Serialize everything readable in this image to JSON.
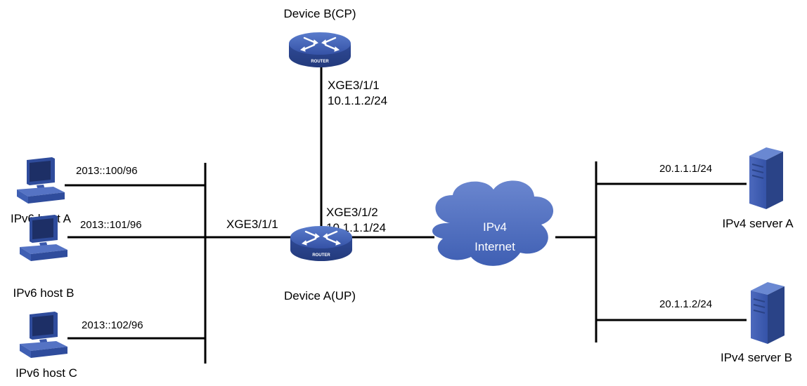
{
  "devices": {
    "device_b": {
      "name": "Device B(CP)",
      "badge": "ROUTER",
      "icon": "router-icon"
    },
    "device_a": {
      "name": "Device A(UP)",
      "badge": "ROUTER",
      "icon": "router-icon"
    }
  },
  "links": {
    "b_port": "XGE3/1/1",
    "b_ip": "10.1.1.2/24",
    "a_up_port": "XGE3/1/2",
    "a_up_ip": "10.1.1.1/24",
    "a_lan_port": "XGE3/1/1"
  },
  "hosts": [
    {
      "name": "IPv6 host A",
      "address": "2013::100/96",
      "icon": "pc-icon"
    },
    {
      "name": "IPv6 host B",
      "address": "2013::101/96",
      "icon": "pc-icon"
    },
    {
      "name": "IPv6 host C",
      "address": "2013::102/96",
      "icon": "pc-icon"
    }
  ],
  "cloud": {
    "line1": "IPv4",
    "line2": "Internet",
    "icon": "cloud-icon"
  },
  "servers": [
    {
      "name": "IPv4 server A",
      "address": "20.1.1.1/24",
      "icon": "server-icon"
    },
    {
      "name": "IPv4 server B",
      "address": "20.1.1.2/24",
      "icon": "server-icon"
    }
  ],
  "colors": {
    "device_blue": "#3f5fb3",
    "device_dark": "#2b468f",
    "cloud_fill": "#4b6ab8",
    "screen": "#2c3f7a",
    "line": "#000000"
  }
}
